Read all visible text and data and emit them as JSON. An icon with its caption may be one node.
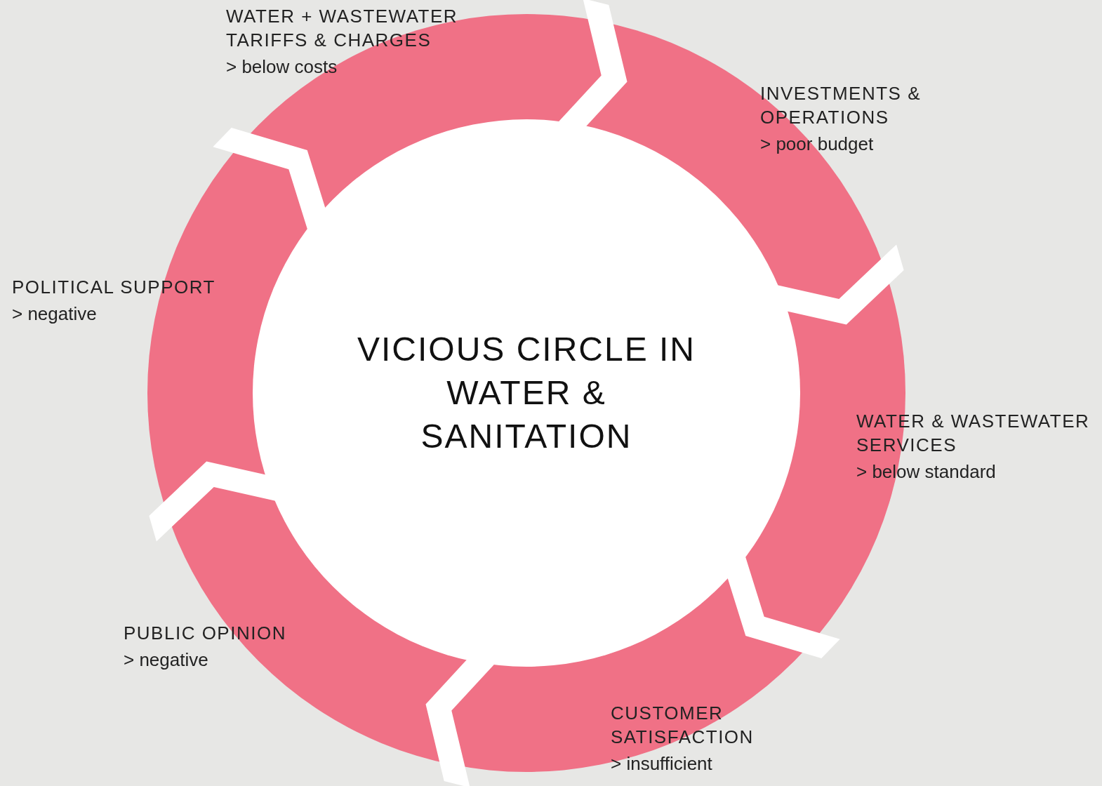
{
  "diagram": {
    "nodes": [
      {
        "text": [
          "VICIOUS CIRCLE IN WATER & SANITATION"
        ]
      },
      {
        "text": [
          "WATER + WASTEWATER TARIFFS & CHARGES",
          "> below costs"
        ]
      },
      {
        "text": [
          "INVESTMENTS & OPERATIONS",
          "> poor budget"
        ]
      },
      {
        "text": [
          "WATER & WASTEWATER SERVICES",
          "> below standard"
        ]
      },
      {
        "text": [
          "CUSTOMER SATISFACTION",
          "> insufficient"
        ]
      },
      {
        "text": [
          "PUBLIC OPINION",
          "> negative"
        ]
      },
      {
        "text": [
          "POLITICAL SUPPORT",
          "> negative"
        ]
      }
    ]
  }
}
